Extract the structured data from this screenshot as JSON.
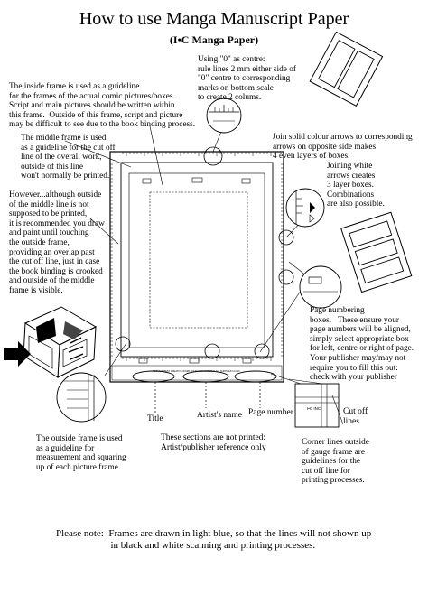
{
  "header": {
    "title": "How to use Manga Manuscript Paper",
    "subtitle": "(I•C Manga Paper)"
  },
  "notes": {
    "centre_scale": "Using \"0\" as centre:\nrule lines 2 mm either side of\n\"0\" centre to corresponding\nmarks on bottom scale\nto create 2 colums.",
    "inside_frame": "The inside frame is used as a guideline\nfor the frames of the actual comic pictures/boxes.\nScript and main pictures should be written within\nthis frame.  Outside of this frame, script and picture\nmay be difficult to see due to the book binding process.",
    "middle_frame": "The middle frame is used\nas a guideline for the cut off\nline of the overall work,\noutside of this line\nwon't normally be printed.",
    "however": "However...although outside\nof the middle line is not\nsupposed to be printed,\nit is recommended you draw\nand paint until touching\nthe outside frame,\nproviding an overlap past\nthe cut off line, just in case\nthe book binding is crooked\nand outside of the middle\nframe is visible.",
    "join_arrows": "Join solid colour arrows to corresponding\narrows on opposite side makes\n4 even layers of boxes.",
    "joining_white": "Joining white\narrows creates\n3 layer boxes.\nCombinations\nare also possible.",
    "page_numbering": "Page numbering\nboxes.   These ensure your\npage numbers will be aligned,\nsimply select appropriate box\nfor left, centre or right of page.\nYour publisher may/may not\nrequire you to fill this out:\ncheck with your publisher",
    "outside_frame": "The outside frame is used\nas a guideline for\nmeasurement and squaring\nup of each picture frame.",
    "corner_lines": "Corner lines outside\nof gauge frame are\nguidelines for the\ncut off line for\nprinting processes."
  },
  "labels": {
    "title": "Title",
    "artists_name": "Artist's name",
    "page_number": "Page number",
    "cut_off_lines": "Cut off\nlines",
    "sections_note": "These sections are not printed:\nArtist/publisher reference only"
  },
  "sheet": {
    "bottom_strip": "FOR THE BEST CREATIVE WORK          ICS MANGA MATERIALS & SUPPLIES          I•C INC.",
    "corner_brand": "I•C INC."
  },
  "footer": {
    "note": "Please note:  Frames are drawn in light blue, so that the lines will not shown up\n                      in black and white scanning and printing processes."
  }
}
